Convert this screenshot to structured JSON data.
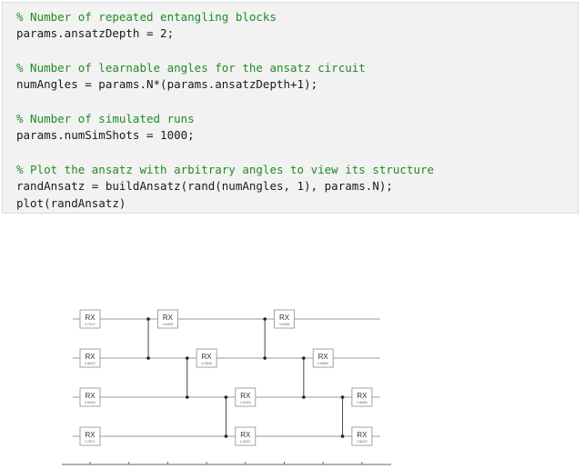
{
  "code_lines": [
    {
      "text": "% Number of repeated entangling blocks",
      "kind": "comment"
    },
    {
      "text": "params.ansatzDepth = 2;",
      "kind": "code"
    },
    {
      "text": "",
      "kind": "blank"
    },
    {
      "text": "% Number of learnable angles for the ansatz circuit",
      "kind": "comment"
    },
    {
      "text": "numAngles = params.N*(params.ansatzDepth+1);",
      "kind": "code"
    },
    {
      "text": "",
      "kind": "blank"
    },
    {
      "text": "% Number of simulated runs",
      "kind": "comment"
    },
    {
      "text": "params.numSimShots = 1000;",
      "kind": "code"
    },
    {
      "text": "",
      "kind": "blank"
    },
    {
      "text": "% Plot the ansatz with arbitrary angles to view its structure",
      "kind": "comment"
    },
    {
      "text": "randAnsatz = buildAnsatz(rand(numAngles, 1), params.N);",
      "kind": "code"
    },
    {
      "text": "plot(randAnsatz)",
      "kind": "code"
    }
  ],
  "circuit": {
    "num_qubits": 4,
    "num_columns": 8,
    "gates": [
      {
        "label": "RX",
        "value": "0.72917",
        "qubit": 0,
        "col": 0
      },
      {
        "label": "RX",
        "value": "0.46222",
        "qubit": 1,
        "col": 0
      },
      {
        "label": "RX",
        "value": "0.50605",
        "qubit": 2,
        "col": 0
      },
      {
        "label": "RX",
        "value": "0.29071",
        "qubit": 3,
        "col": 0
      },
      {
        "label": "RX",
        "value": "0.46509",
        "qubit": 0,
        "col": 2
      },
      {
        "label": "RX",
        "value": "0.10648",
        "qubit": 1,
        "col": 3
      },
      {
        "label": "RX",
        "value": "0.02425",
        "qubit": 2,
        "col": 4
      },
      {
        "label": "RX",
        "value": "0.26397",
        "qubit": 3,
        "col": 4
      },
      {
        "label": "RX",
        "value": "0.63005",
        "qubit": 0,
        "col": 5
      },
      {
        "label": "RX",
        "value": "0.69626",
        "qubit": 1,
        "col": 6
      },
      {
        "label": "RX",
        "value": "0.35984",
        "qubit": 2,
        "col": 7
      },
      {
        "label": "RX",
        "value": "0.56023",
        "qubit": 3,
        "col": 7
      }
    ],
    "controls": [
      {
        "from": 0,
        "to": 1,
        "col": 1.5
      },
      {
        "from": 1,
        "to": 2,
        "col": 2.5
      },
      {
        "from": 2,
        "to": 3,
        "col": 3.5
      },
      {
        "from": 0,
        "to": 1,
        "col": 4.5
      },
      {
        "from": 1,
        "to": 2,
        "col": 5.5
      },
      {
        "from": 2,
        "to": 3,
        "col": 6.5
      }
    ]
  }
}
